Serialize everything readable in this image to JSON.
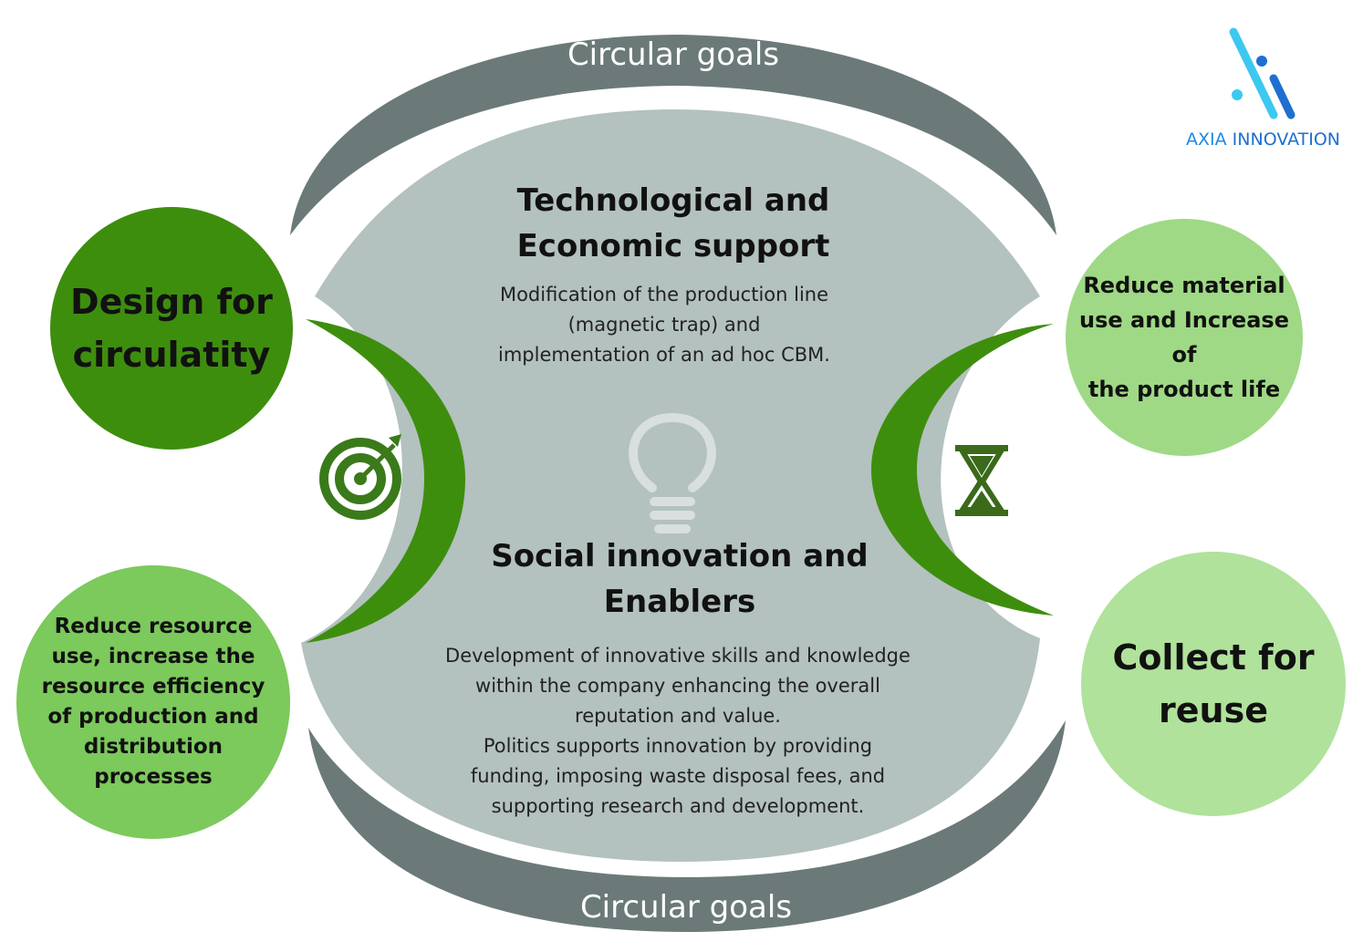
{
  "top_arc": {
    "label": "Circular goals"
  },
  "bottom_arc": {
    "label": "Circular goals"
  },
  "center_top": {
    "title_line1": "Technological and",
    "title_line2": "Economic support",
    "body_line1": "Modification of the production line",
    "body_line2": "(magnetic trap) and",
    "body_line3": "implementation of an ad hoc CBM."
  },
  "center_bottom": {
    "title_line1": "Social innovation and",
    "title_line2": "Enablers",
    "body_line1": "Development of innovative skills and knowledge",
    "body_line2": "within the company enhancing the overall",
    "body_line3": "reputation and value.",
    "body_line4": "Politics supports innovation by providing",
    "body_line5": "funding, imposing waste disposal fees, and",
    "body_line6": "supporting research and development."
  },
  "circles": {
    "design": {
      "line1": "Design for",
      "line2": "circulatity"
    },
    "reduce_resource": {
      "line1": "Reduce resource",
      "line2": "use, increase the",
      "line3": "resource efficiency",
      "line4": "of production and",
      "line5": "distribution",
      "line6": "processes"
    },
    "reduce_material": {
      "line1": "Reduce material",
      "line2": "use and Increase of",
      "line3": "the product life"
    },
    "collect": {
      "line1": "Collect for",
      "line2": "reuse"
    }
  },
  "logo": {
    "word1": "AXIA",
    "word2": " INNOVATION"
  },
  "icons": {
    "left": "target-icon",
    "right": "hourglass-icon",
    "center": "lightbulb-icon"
  },
  "colors": {
    "arc_gray": "#6b7a79",
    "center_gray": "#b3c1bf",
    "green_dark": "#3e8e0e",
    "green_mid": "#7cc95c",
    "green_light": "#9fd985",
    "green_pale": "#b0e29b",
    "logo_blue": "#1e88e5"
  }
}
